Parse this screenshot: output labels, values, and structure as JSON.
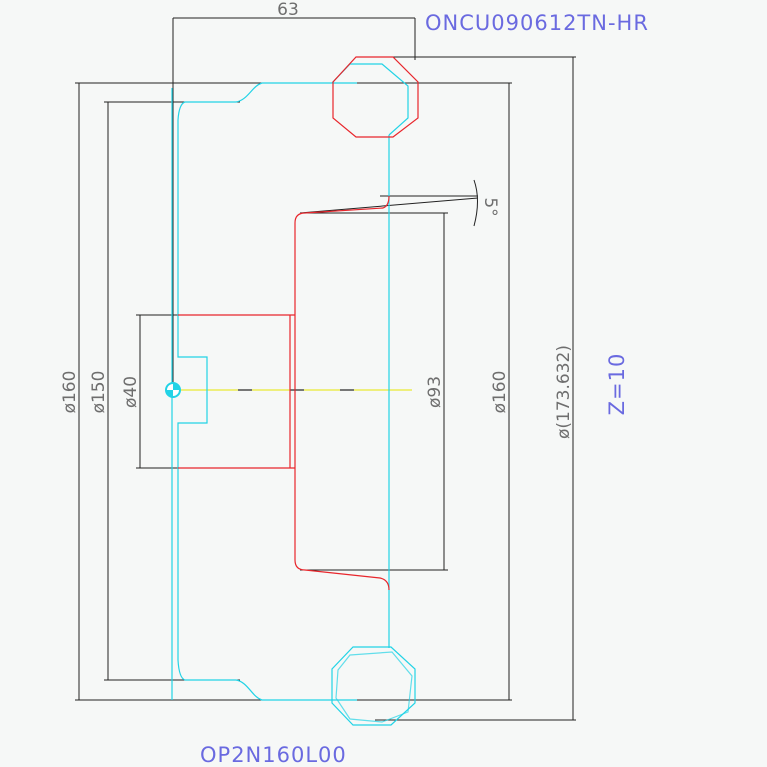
{
  "part_number": "OP2N160L00",
  "insert_code": "ONCU090612TN-HR",
  "teeth": "Z=10",
  "dimensions": {
    "width": "63",
    "angle": "5°",
    "d160_left": "ø160",
    "d150": "ø150",
    "d40": "ø40",
    "d93": "ø93",
    "d160_right": "ø160",
    "d173": "ø(173.632)"
  },
  "colors": {
    "tool_outline": "#22d3e6",
    "insert_and_bore": "#e8262c",
    "dimension_lines": "#222222",
    "centerline": "#e6e600",
    "labels": "#6a6ae0"
  }
}
